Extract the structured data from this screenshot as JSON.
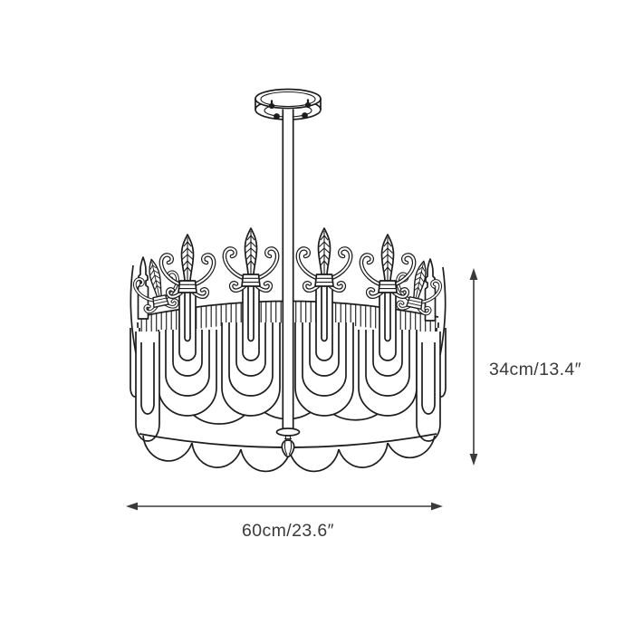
{
  "page": {
    "background_color": "#ffffff"
  },
  "diagram": {
    "subject": "chandelier-dimension-drawing",
    "line_color": "#1d1d1d",
    "dimension_color": "#3a3a3a",
    "height_dimension_label": "34cm/13.4″",
    "width_dimension_label": "60cm/23.6″"
  }
}
